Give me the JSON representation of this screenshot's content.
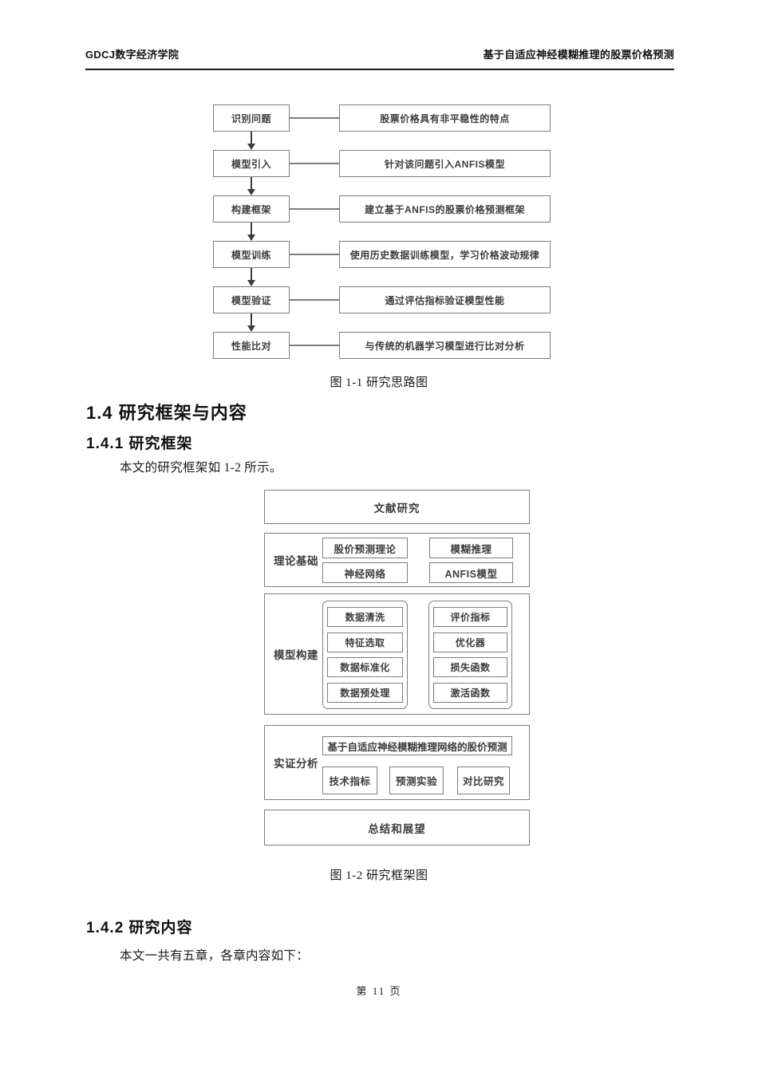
{
  "header": {
    "left": "GDCJ数字经济学院",
    "right": "基于自适应神经模糊推理的股票价格预测"
  },
  "figure1": {
    "caption": "图 1-1 研究思路图",
    "rows": [
      {
        "step": "识别问题",
        "detail": "股票价格具有非平稳性的特点"
      },
      {
        "step": "模型引入",
        "detail": "针对该问题引入ANFIS模型"
      },
      {
        "step": "构建框架",
        "detail": "建立基于ANFIS的股票价格预测框架"
      },
      {
        "step": "模型训练",
        "detail": "使用历史数据训练模型，学习价格波动规律"
      },
      {
        "step": "模型验证",
        "detail": "通过评估指标验证模型性能"
      },
      {
        "step": "性能比对",
        "detail": "与传统的机器学习模型进行比对分析"
      }
    ]
  },
  "sections": {
    "heading_1_4": "1.4 研究框架与内容",
    "heading_1_4_1": "1.4.1 研究框架",
    "para_1_4_1": "本文的研究框架如 1-2 所示。",
    "heading_1_4_2": "1.4.2 研究内容",
    "para_1_4_2": "本文一共有五章，各章内容如下："
  },
  "figure2": {
    "caption": "图 1-2 研究框架图",
    "literature": "文献研究",
    "theory": {
      "label": "理论基础",
      "items": [
        "股价预测理论",
        "模糊推理",
        "神经网络",
        "ANFIS模型"
      ]
    },
    "model": {
      "label": "模型构建",
      "left_items": [
        "数据清洗",
        "特征选取",
        "数据标准化",
        "数据预处理"
      ],
      "right_items": [
        "评价指标",
        "优化器",
        "损失函数",
        "激活函数"
      ]
    },
    "empirical": {
      "label": "实证分析",
      "headline": "基于自适应神经模糊推理网络的股价预测",
      "items": [
        "技术指标",
        "预测实验",
        "对比研究"
      ]
    },
    "summary": "总结和展望"
  },
  "footer": {
    "page_number": "第 11 页"
  },
  "colors": {
    "box_border": "#7d7d7d",
    "diagram_text": "#3d3d3d",
    "arrow": "#3d3d3d",
    "header_rule": "#1a1a1a"
  }
}
